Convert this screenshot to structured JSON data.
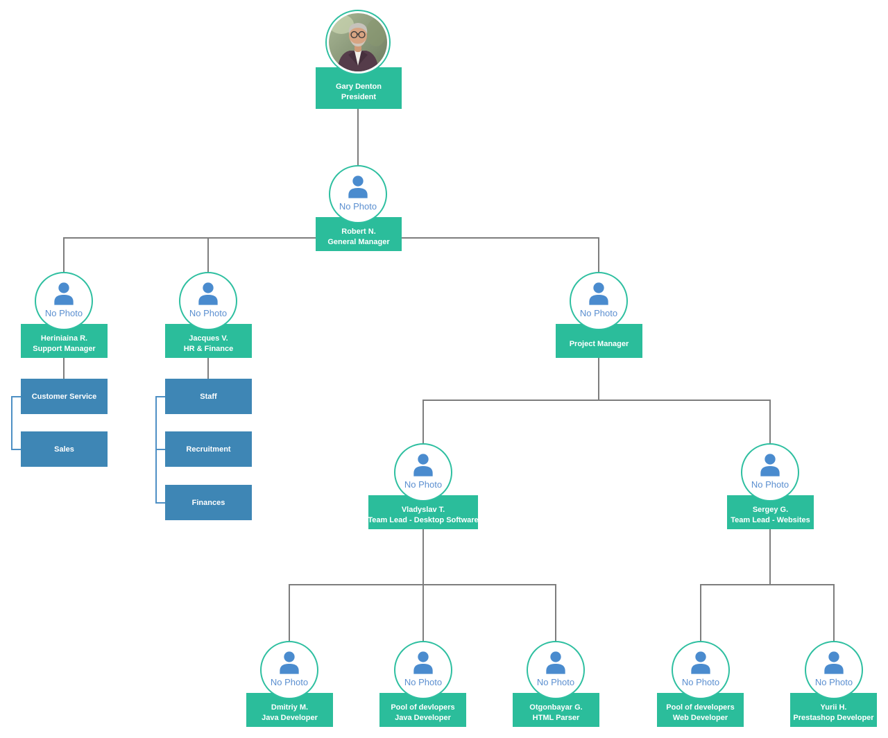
{
  "labels": {
    "no_photo": "No Photo"
  },
  "colors": {
    "background": "#ffffff",
    "node_green": "#2bbd9b",
    "circle_border": "#2ebfa0",
    "dept_blue": "#3e86b5",
    "bracket_blue": "#4d8fc4",
    "person_icon_blue": "#4a8bce",
    "no_photo_text": "#5b8fd0",
    "line_gray": "#7d7d7d",
    "node_text": "#ffffff"
  },
  "org": {
    "president": {
      "name": "Gary Denton",
      "title": "President"
    },
    "general_manager": {
      "name": "Robert N.",
      "title": "General Manager"
    },
    "support_manager": {
      "name": "Heriniaina R.",
      "title": "Support Manager",
      "departments": [
        "Customer Service",
        "Sales"
      ]
    },
    "hr_finance": {
      "name": "Jacques V.",
      "title": "HR & Finance",
      "departments": [
        "Staff",
        "Recruitment",
        "Finances"
      ]
    },
    "project_manager": {
      "label": "Project Manager"
    },
    "team_lead_desktop": {
      "name": "Vladyslav T.",
      "title": "Team Lead - Desktop Software"
    },
    "team_lead_websites": {
      "name": "Sergey G.",
      "title": "Team Lead - Websites"
    },
    "java_developer_1": {
      "name": "Dmitriy M.",
      "title": "Java Developer"
    },
    "java_developer_pool": {
      "name": "Pool of devlopers",
      "title": "Java Developer"
    },
    "html_parser_dev": {
      "name": "Otgonbayar G.",
      "title": "HTML Parser"
    },
    "web_developer_pool": {
      "name": "Pool of developers",
      "title": "Web Developer"
    },
    "prestashop_developer": {
      "name": "Yurii H.",
      "title": "Prestashop Developer"
    }
  }
}
